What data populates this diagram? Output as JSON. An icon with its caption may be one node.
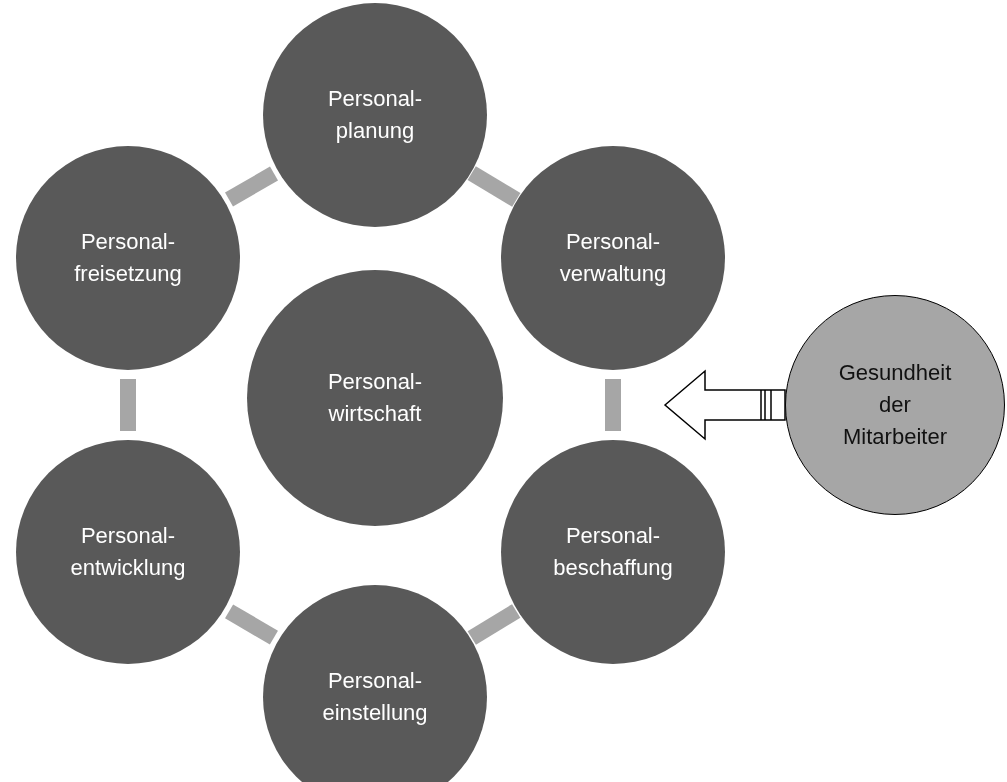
{
  "diagram": {
    "nodes": [
      {
        "text": [
          "Personal- planung"
        ]
      },
      {
        "text": [
          "Personal- verwaltung"
        ]
      },
      {
        "text": [
          "Personal- beschaffung"
        ]
      },
      {
        "text": [
          "Personal- einstellung"
        ]
      },
      {
        "text": [
          "Personal- entwicklung"
        ]
      },
      {
        "text": [
          "Personal- freisetzung"
        ]
      },
      {
        "text": [
          "Personal- wirtschaft"
        ]
      },
      {
        "text": [
          "Gesundheit der Mitarbeiter"
        ]
      }
    ],
    "edges": [
      {
        "from": 0,
        "to": 1,
        "arrow": "none"
      },
      {
        "from": 1,
        "to": 2,
        "arrow": "none"
      },
      {
        "from": 2,
        "to": 3,
        "arrow": "none"
      },
      {
        "from": 3,
        "to": 4,
        "arrow": "none"
      },
      {
        "from": 4,
        "to": 5,
        "arrow": "none"
      },
      {
        "from": 5,
        "to": 0,
        "arrow": "none"
      },
      {
        "from": 7,
        "to": null,
        "arrow": "to"
      }
    ]
  }
}
